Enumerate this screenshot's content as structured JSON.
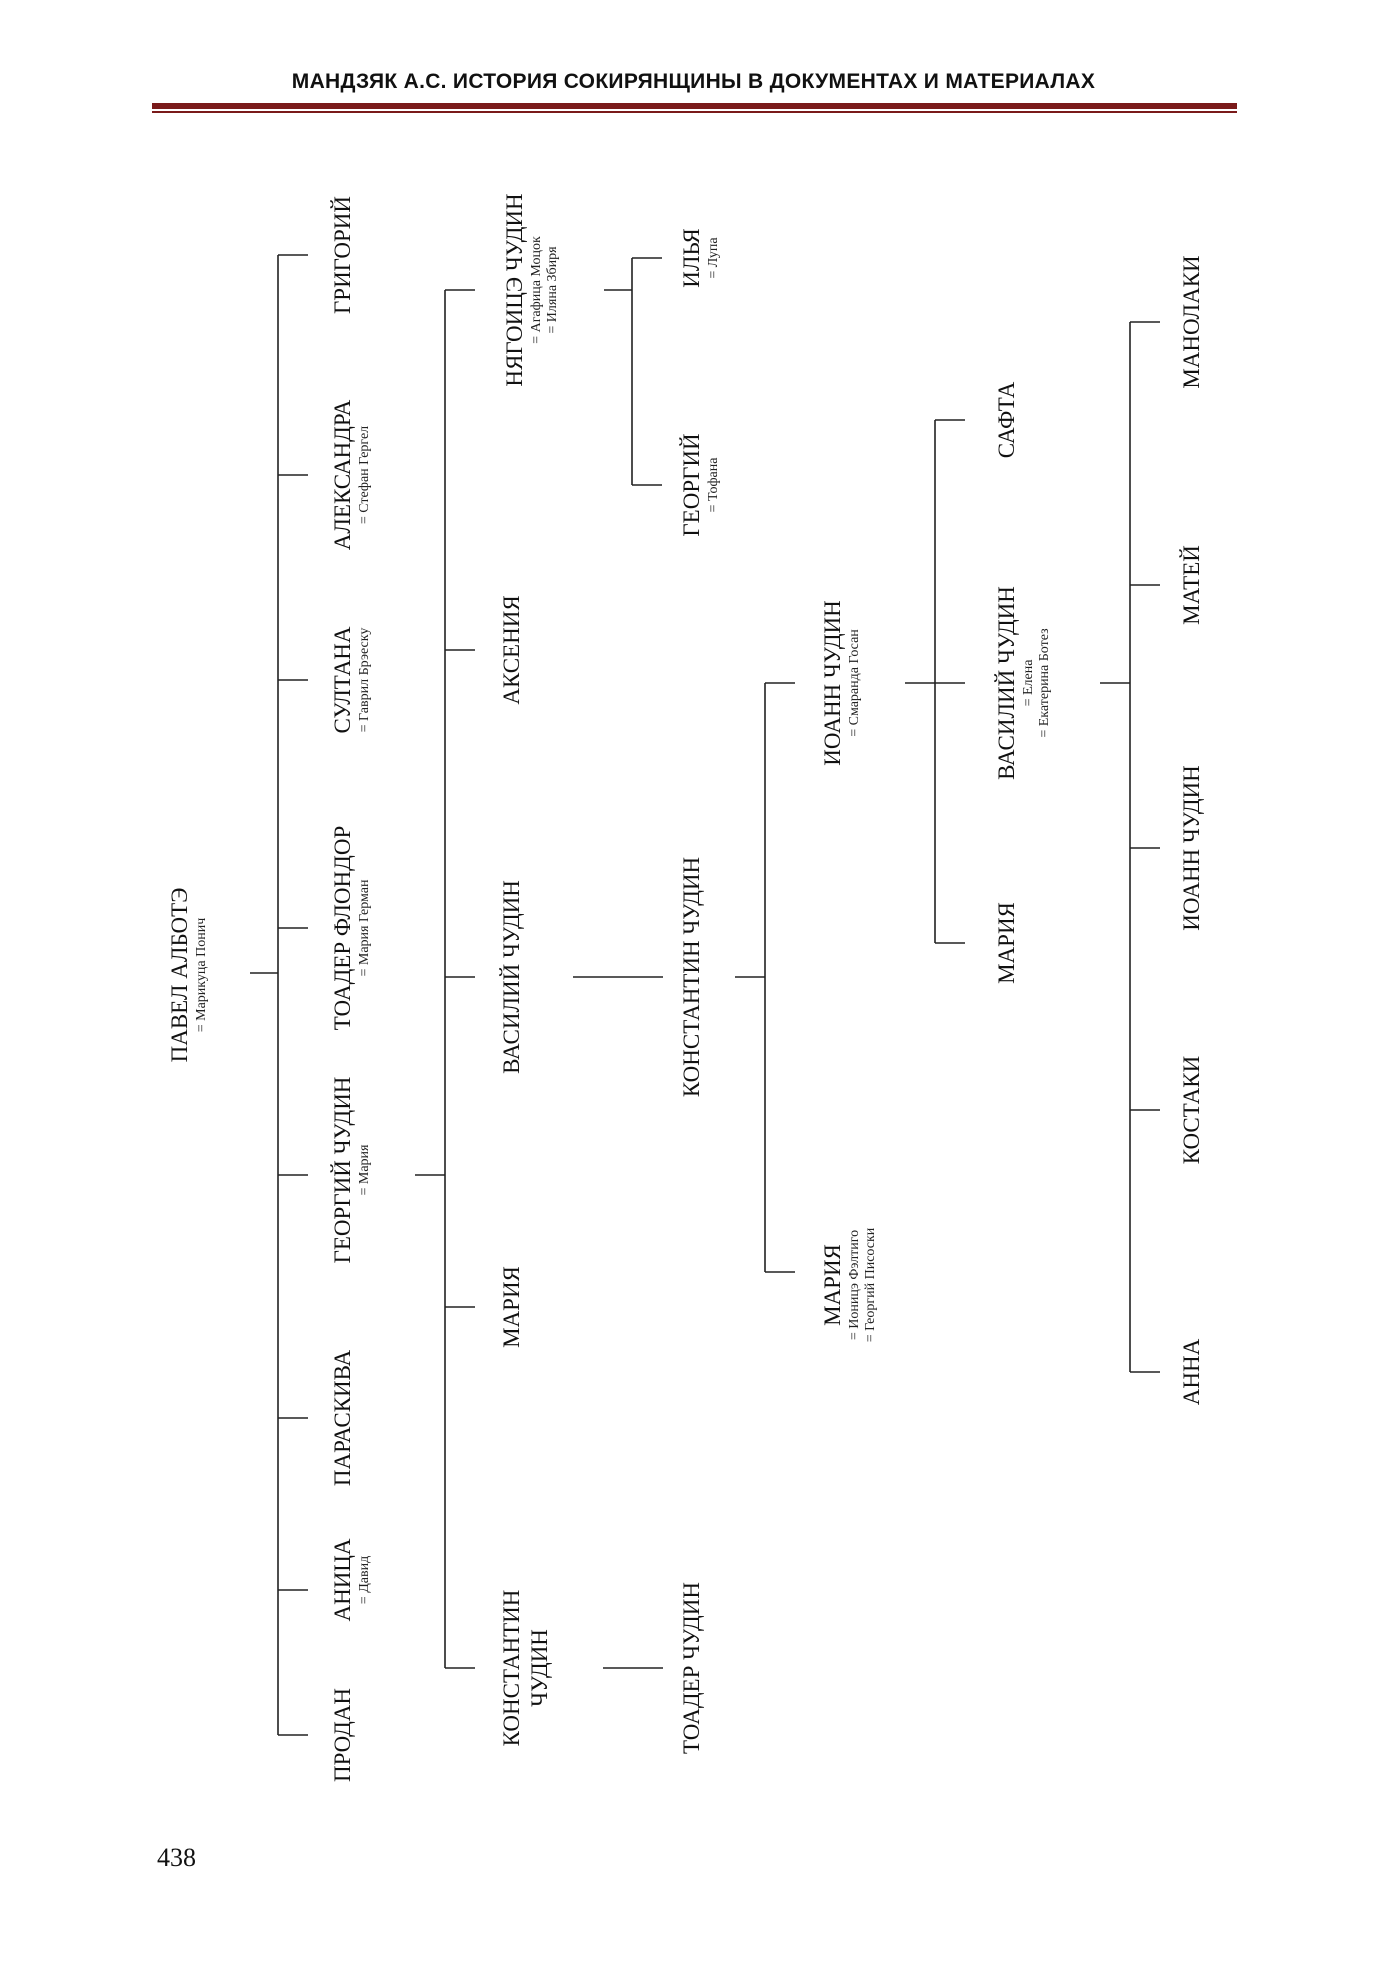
{
  "header": {
    "title": "МАНДЗЯК А.С. ИСТОРИЯ СОКИРЯНЩИНЫ В ДОКУМЕНТАХ И МАТЕРИАЛАХ",
    "page_number": "438",
    "rule_color": "#7a1a1a"
  },
  "tree": {
    "root": {
      "name": "ПАВЕЛ АЛБОТЭ",
      "spouses": [
        "= Марикуца Понич"
      ]
    },
    "gen2": {
      "grigoriy": {
        "name": "ГРИГОРИЙ",
        "spouses": []
      },
      "aleksandra": {
        "name": "АЛЕКСАНДРА",
        "spouses": [
          "= Стефан Гергел"
        ]
      },
      "sultana": {
        "name": "СУЛТАНА",
        "spouses": [
          "= Гаврил Брэеску"
        ]
      },
      "toader_flondor": {
        "name": "ТОАДЕР ФЛОНДОР",
        "spouses": [
          "= Мария Герман"
        ]
      },
      "georgiy_chudin": {
        "name": "ГЕОРГИЙ ЧУДИН",
        "spouses": [
          "= Мария"
        ]
      },
      "paraskiva": {
        "name": "ПАРАСКИВА",
        "spouses": []
      },
      "anitsa": {
        "name": "АНИЦА",
        "spouses": [
          "= Давид"
        ]
      },
      "prodan": {
        "name": "ПРОДАН",
        "spouses": []
      }
    },
    "gen3": {
      "nyagoitse_chudin": {
        "name": "НЯГОИЦЭ ЧУДИН",
        "spouses": [
          "= Агафица Моцок",
          "= Иляна Збиря"
        ]
      },
      "aksenia": {
        "name": "АКСЕНИЯ",
        "spouses": []
      },
      "vasiliy_chudin": {
        "name": "ВАСИЛИЙ ЧУДИН",
        "spouses": []
      },
      "maria": {
        "name": "МАРИЯ",
        "spouses": []
      },
      "konstantin_chudin": {
        "name_lines": [
          "КОНСТАНТИН",
          "ЧУДИН"
        ],
        "spouses": []
      }
    },
    "gen4": {
      "ilya": {
        "name": "ИЛЬЯ",
        "spouses": [
          "= Лупа"
        ]
      },
      "georgiy": {
        "name": "ГЕОРГИЙ",
        "spouses": [
          "= Тофана"
        ]
      },
      "konstantin_chudin": {
        "name": "КОНСТАНТИН ЧУДИН",
        "spouses": []
      },
      "toader_chudin": {
        "name": "ТОАДЕР ЧУДИН",
        "spouses": []
      }
    },
    "gen5": {
      "ioann_chudin": {
        "name": "ИОАНН ЧУДИН",
        "spouses": [
          "= Смаранда Госан"
        ]
      },
      "maria": {
        "name": "МАРИЯ",
        "spouses": [
          "= Ионицэ Фэлтиго",
          "= Георгий Писоски"
        ]
      }
    },
    "gen6": {
      "safta": {
        "name": "САФТА",
        "spouses": []
      },
      "vasiliy_chudin": {
        "name": "ВАСИЛИЙ ЧУДИН",
        "spouses": [
          "= Елена",
          "= Екатерина Ботез"
        ]
      },
      "maria": {
        "name": "МАРИЯ",
        "spouses": []
      }
    },
    "gen7": {
      "manolaki": {
        "name": "МАНОЛАКИ",
        "spouses": []
      },
      "matey": {
        "name": "МАТЕЙ",
        "spouses": []
      },
      "ioann_chudin": {
        "name": "ИОАНН ЧУДИН",
        "spouses": []
      },
      "kostaki": {
        "name": "КОСТАКИ",
        "spouses": []
      },
      "anna": {
        "name": "АННА",
        "spouses": []
      }
    }
  }
}
